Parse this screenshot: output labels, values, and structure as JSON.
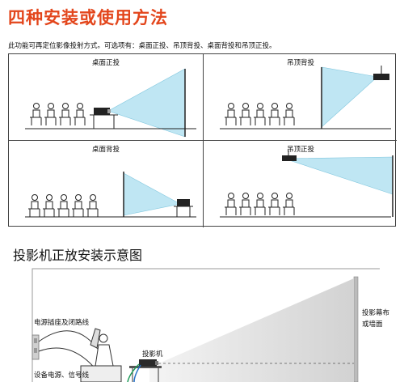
{
  "header": {
    "title": "四种安装或使用方法",
    "intro": "此功能可再定位影像投射方式。可选项有：桌面正投、吊顶背投、桌面背投和吊顶正投。"
  },
  "modes": [
    {
      "label": "桌面正投"
    },
    {
      "label": "吊顶背投"
    },
    {
      "label": "桌面背投"
    },
    {
      "label": "吊顶正投"
    }
  ],
  "install": {
    "title": "投影机正放安装示意图",
    "screen_label_line1": "投影幕布",
    "screen_label_line2": "或墙面",
    "socket_label": "电源插座及闭路线",
    "projector_label": "投影机",
    "equipment_label": "设备电源、信号线"
  },
  "colors": {
    "title": "#e3461c",
    "beam": "#bfe6f3",
    "beam_edge": "#7fc6de"
  }
}
